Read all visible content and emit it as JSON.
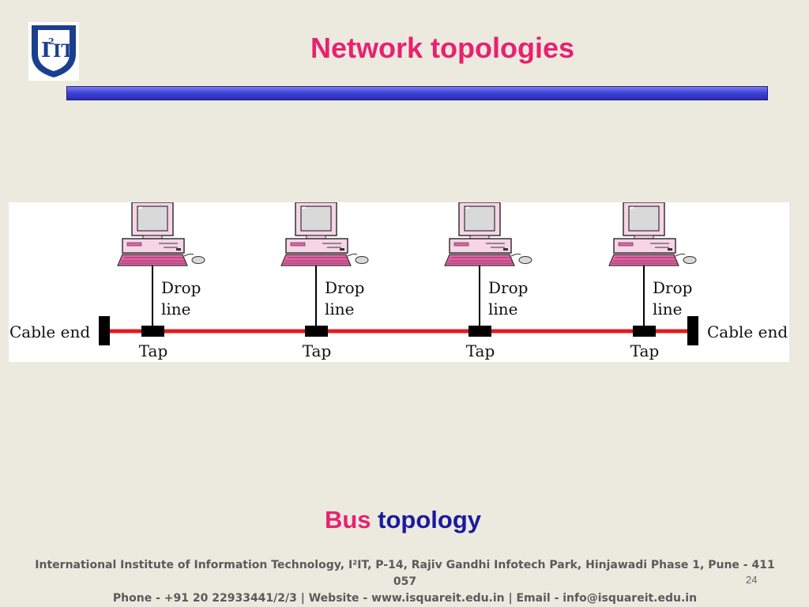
{
  "slide": {
    "title": "Network topologies",
    "caption_part1": "Bus",
    "caption_part2": "topology",
    "footer_line1": "International Institute of Information Technology, I²IT, P-14, Rajiv Gandhi Infotech Park, Hinjawadi Phase 1, Pune - 411 057",
    "footer_line2": "Phone - +91 20 22933441/2/3 | Website - www.isquareit.edu.in | Email - info@isquareit.edu.in",
    "page_number": "24"
  },
  "logo": {
    "text_main": "I",
    "text_sup": "2",
    "text_tail": "IT",
    "color": "#1b3f8f"
  },
  "diagram": {
    "cable_color": "#e41b1b",
    "cable_end_left": "Cable end",
    "cable_end_right": "Cable end",
    "nodes": [
      {
        "drop1": "Drop",
        "drop2": "line",
        "tap": "Tap"
      },
      {
        "drop1": "Drop",
        "drop2": "line",
        "tap": "Tap"
      },
      {
        "drop1": "Drop",
        "drop2": "line",
        "tap": "Tap"
      },
      {
        "drop1": "Drop",
        "drop2": "line",
        "tap": "Tap"
      }
    ]
  }
}
